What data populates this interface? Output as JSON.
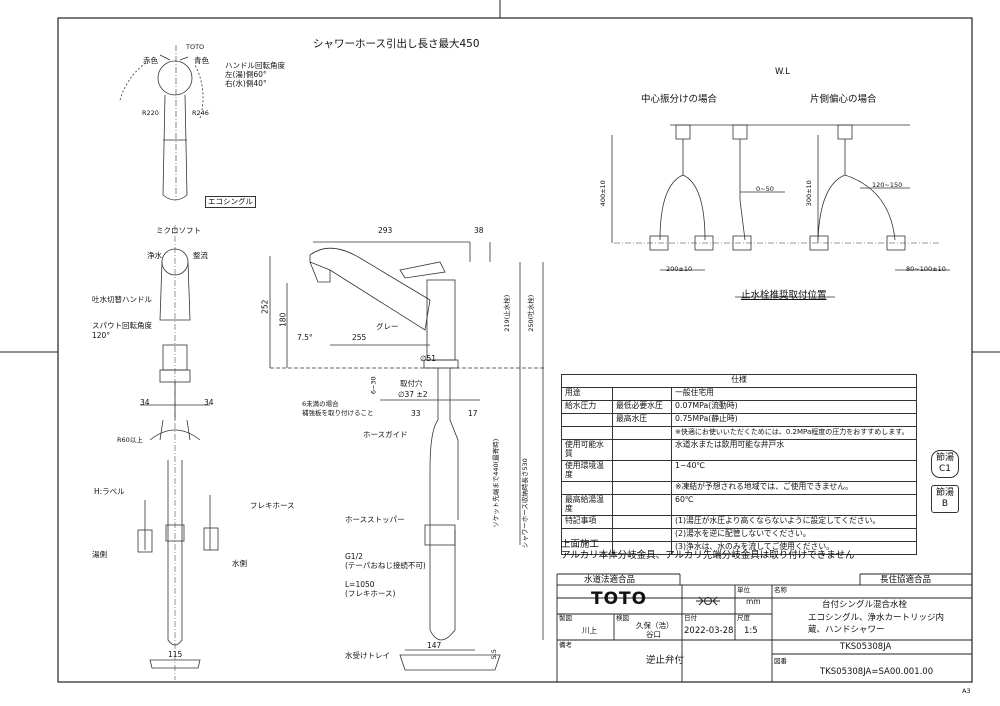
{
  "top_labels": {
    "shower_hose": "シャワーホース引出し長さ最大450",
    "toto_small": "TOTO",
    "red": "赤色",
    "blue": "青色",
    "handle_angle": "ハンドル回転角度",
    "left_angle": "左(湯)側60°",
    "right_angle": "右(水)側40°",
    "r_left": "R220",
    "r_right": "R246",
    "eco_single": "エコシングル",
    "micro_soft": "ミクロソフト",
    "purified": "浄水",
    "shower": "整流",
    "switch_handle": "吐水切替ハンドル",
    "spout_angle_1": "スパウト回転角度",
    "spout_angle_2": "120°",
    "dim34_l": "34",
    "dim34_r": "34",
    "r60": "R60以上",
    "hot_label": "H:ラベル",
    "flexi_hose": "フレキホース",
    "hot_side": "湯側",
    "water_side": "水側",
    "dim115": "115"
  },
  "side_view": {
    "d293": "293",
    "d38": "38",
    "d252": "252",
    "d180": "180",
    "d75": "7.5°",
    "d255": "255",
    "gray": "グレー",
    "d219": "219(止水栓)",
    "d250": "250(吐水栓)",
    "d51": "∅51",
    "d630": "6~30",
    "hole": "取付穴",
    "hole_dia": "∅37 ±2",
    "d33": "33",
    "d17": "17",
    "six_mm_1": "6未満の場合",
    "six_mm_2": "補強板を取り付けること",
    "hose_guide": "ホースガイド",
    "socket": "ソケット先端まで440(最寄時)",
    "hose_len": "シャワーホース収納時長さ530",
    "hose_stopper": "ホースストッパー",
    "g12": "G1/2",
    "g12_note": "(テーパおねじ接続不可)",
    "l1050": "L=1050",
    "l1050_note": "(フレキホース)",
    "tray": "水受けトレイ",
    "d147": "147",
    "d55": "5.5"
  },
  "right_top": {
    "wl": "W.L",
    "center": "中心振分けの場合",
    "offset": "片側偏心の場合",
    "d400": "400±10",
    "d050": "0~50",
    "d300": "300±10",
    "d120150": "120~150",
    "d200": "200±10",
    "d80100": "80~100±10",
    "caption": "止水栓推奨取付位置"
  },
  "spec": {
    "header": "仕様",
    "rows": [
      {
        "c1": "用途",
        "c2": "",
        "c3": "一般住宅用"
      },
      {
        "c1": "給水圧力",
        "c2": "最低必要水圧",
        "c3": "0.07MPa(流動時)"
      },
      {
        "c1": "",
        "c2": "最高水圧",
        "c3": "0.75MPa(静止時)"
      },
      {
        "c1": "",
        "c2": "",
        "c3": "※快適にお使いいただくためには、0.2MPa程度の圧力をおすすめします。"
      },
      {
        "c1": "使用可能水質",
        "c2": "",
        "c3": "水道水または飲用可能な井戸水"
      },
      {
        "c1": "使用環境温度",
        "c2": "",
        "c3": "1~40℃"
      },
      {
        "c1": "",
        "c2": "",
        "c3": "※凍結が予想される地域では、ご使用できません。"
      },
      {
        "c1": "最高給湯温度",
        "c2": "",
        "c3": "60℃"
      },
      {
        "c1": "特記事項",
        "c2": "",
        "c3": "(1)湯圧が水圧より高くならないように設定してください。"
      },
      {
        "c1": "",
        "c2": "",
        "c3": "(2)湯水を逆に配管しないでください。"
      },
      {
        "c1": "",
        "c2": "",
        "c3": "(3)浄水は、水のみを流してご使用ください。"
      }
    ]
  },
  "badges": {
    "b1_top": "節湯",
    "b1_bot": "C1",
    "b2_top": "節湯",
    "b2_bot": "B"
  },
  "notes": {
    "top_install": "上面施工",
    "alkali": "アルカリ本体分岐金具、アルカリ先端分岐金具は取り付けできません"
  },
  "title_block": {
    "water_act": "水道法適合品",
    "long_life": "長住協適合品",
    "logo": "TOTO",
    "unit_label": "単位",
    "unit": "mm",
    "name_label": "名称",
    "name1": "台付シングル混合水栓",
    "name2": "エコシングル、浄水カートリッジ内",
    "name3": "蔵、ハンドシャワー",
    "drawn_label": "製図",
    "drawn": "川上",
    "check_label": "検図",
    "check1": "久保（浩）",
    "check2": "谷口",
    "date_label": "日付",
    "date": "2022-03-28",
    "scale_label": "尺度",
    "scale": "1:5",
    "model": "TKS05308JA",
    "remarks_label": "備考",
    "remarks": "逆止弁付",
    "dwg_label": "図番",
    "dwg_no": "TKS05308JA=SA00.001.00",
    "sheet": "A3"
  }
}
